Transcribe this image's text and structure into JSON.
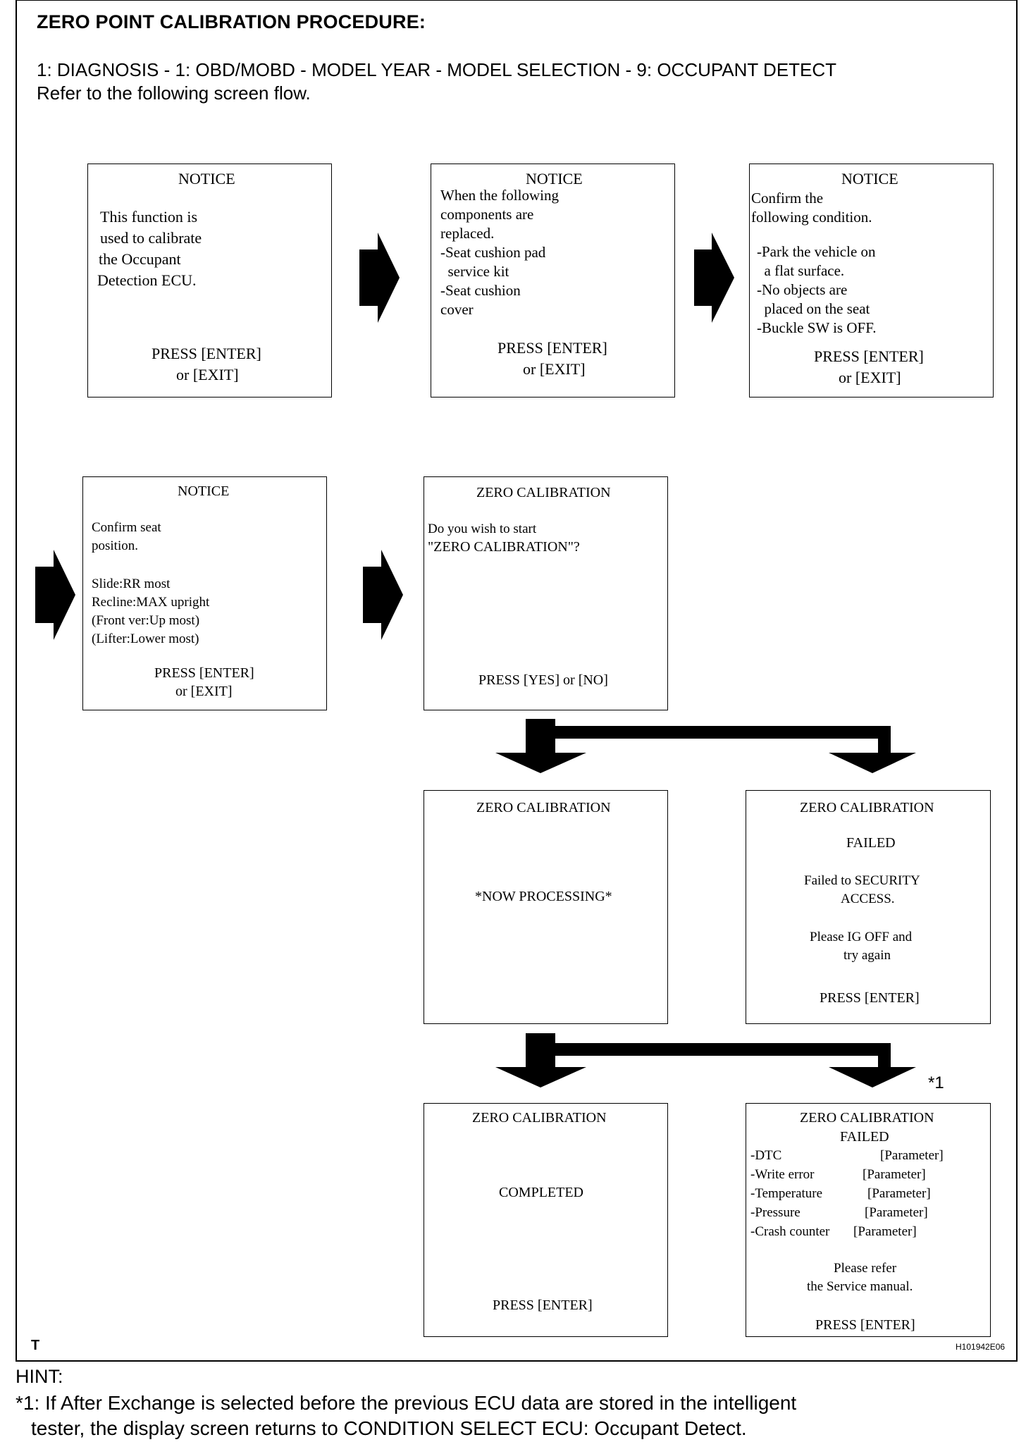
{
  "header": {
    "title": "ZERO POINT CALIBRATION PROCEDURE:",
    "path": "1: DIAGNOSIS - 1: OBD/MOBD - MODEL YEAR - MODEL SELECTION - 9: OCCUPANT DETECT",
    "refer": "Refer to the following screen flow."
  },
  "screens": {
    "notice1": {
      "title": "NOTICE",
      "lines": [
        "This function is",
        "used to calibrate",
        "the Occupant",
        "Detection ECU."
      ],
      "press1": "PRESS [ENTER]",
      "press2": "or [EXIT]"
    },
    "notice2": {
      "title": "NOTICE",
      "lines": [
        "When the following",
        "components are",
        "replaced.",
        "-Seat cushion pad",
        "  service kit",
        "-Seat cushion",
        "cover"
      ],
      "press1": "PRESS [ENTER]",
      "press2": "or [EXIT]"
    },
    "notice3": {
      "title": "NOTICE",
      "lines": [
        "Confirm the",
        "following condition.",
        "-Park the vehicle on",
        "  a flat surface.",
        "-No objects are",
        "  placed on the seat",
        "-Buckle SW is OFF."
      ],
      "press1": "PRESS [ENTER]",
      "press2": "or [EXIT]"
    },
    "notice4": {
      "title": "NOTICE",
      "lines": [
        "Confirm seat",
        "position.",
        "Slide:RR most",
        "Recline:MAX upright",
        "(Front ver:Up most)",
        "(Lifter:Lower most)"
      ],
      "press1": "PRESS [ENTER]",
      "press2": "or [EXIT]"
    },
    "start": {
      "title": "ZERO CALIBRATION",
      "lines": [
        "Do you wish to start",
        "\"ZERO CALIBRATION\"?"
      ],
      "press": "PRESS [YES] or [NO]"
    },
    "processing": {
      "title": "ZERO CALIBRATION",
      "message": "*NOW PROCESSING*"
    },
    "failed_security": {
      "title": "ZERO CALIBRATION",
      "status": "FAILED",
      "lines": [
        "Failed to SECURITY",
        "ACCESS.",
        "Please IG OFF and",
        "try again"
      ],
      "press": "PRESS [ENTER]"
    },
    "completed": {
      "title": "ZERO CALIBRATION",
      "status": "COMPLETED",
      "press": "PRESS [ENTER]"
    },
    "failed_params": {
      "title": "ZERO CALIBRATION",
      "status": "FAILED",
      "rows": [
        {
          "label": "-DTC",
          "value": "[Parameter]"
        },
        {
          "label": "-Write error",
          "value": "[Parameter]"
        },
        {
          "label": "-Temperature",
          "value": "[Parameter]"
        },
        {
          "label": "-Pressure",
          "value": "[Parameter]"
        },
        {
          "label": "-Crash counter",
          "value": "[Parameter]"
        }
      ],
      "lines": [
        "Please refer",
        "the Service manual."
      ],
      "press": "PRESS [ENTER]"
    }
  },
  "footnote_mark": "*1",
  "corner_letter": "T",
  "figure_id": "H101942E06",
  "hint": {
    "title": "HINT:",
    "line1": "*1: If After Exchange is selected before the previous ECU data are stored in the intelligent",
    "line2": "tester, the display screen returns to CONDITION SELECT ECU: Occupant Detect."
  }
}
